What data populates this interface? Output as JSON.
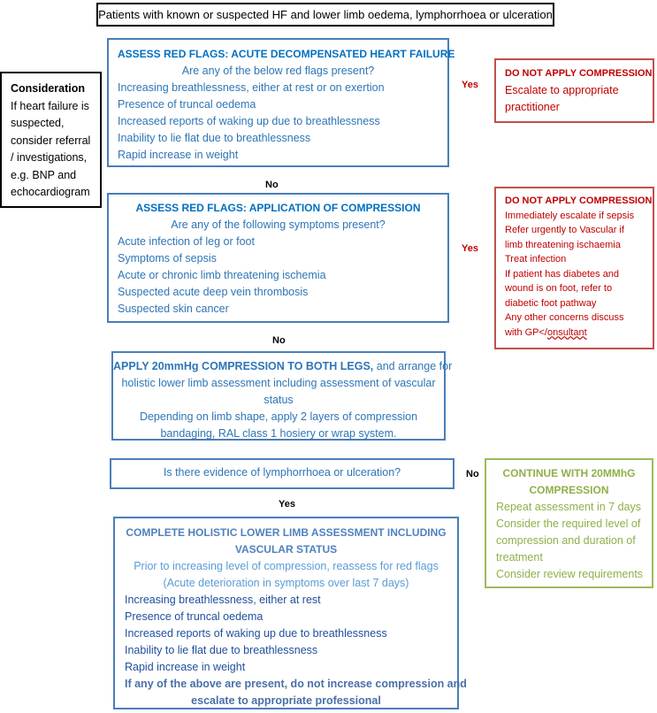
{
  "top": {
    "title": "Patients with known or suspected HF and lower limb oedema, lymphorrhoea or ulceration"
  },
  "consideration": {
    "heading": "Consideration",
    "lines": [
      "If heart failure is",
      "suspected,",
      "consider referral",
      "/ investigations,",
      "e.g. BNP and",
      "echocardiogram"
    ]
  },
  "box1": {
    "title": "ASSESS RED FLAGS: ACUTE DECOMPENSATED HEART FAILURE",
    "question": "Are any of the below red flags present?",
    "items": [
      "Increasing breathlessness, either at rest or on exertion",
      "Presence of truncal oedema",
      "Increased reports of waking up due to breathlessness",
      "Inability to lie flat due to breathlessness",
      "Rapid increase in weight"
    ]
  },
  "yes1": "Yes",
  "red1": {
    "title": "DO NOT APPLY COMPRESSION",
    "lines": [
      "Escalate to appropriate",
      "practitioner"
    ]
  },
  "no1": "No",
  "box2": {
    "title": "ASSESS RED FLAGS: APPLICATION OF COMPRESSION",
    "question": "Are any of the following symptoms present?",
    "items": [
      "Acute infection of leg or foot",
      "Symptoms of sepsis",
      "Acute or chronic limb threatening ischemia",
      "Suspected acute deep vein thrombosis",
      "Suspected skin cancer"
    ]
  },
  "yes2": "Yes",
  "red2": {
    "title": "DO NOT APPLY COMPRESSION",
    "lines": [
      "Immediately escalate if sepsis",
      "Refer urgently to Vascular if",
      "limb threatening ischaemia",
      "Treat infection",
      "If patient has diabetes and",
      "wound is on foot, refer to",
      "diabetic foot pathway",
      "Any other concerns discuss"
    ],
    "last_prefix": "with GP</",
    "last_underlined": "onsultant"
  },
  "no2": "No",
  "box3": {
    "bold": "APPLY 20mmHg COMPRESSION TO BOTH LEGS,",
    "rest": " and arrange for",
    "lines": [
      "holistic lower limb assessment including assessment of vascular",
      "status",
      "Depending on limb shape, apply 2 layers of compression",
      "bandaging, RAL class 1 hosiery or wrap system."
    ]
  },
  "box4": {
    "question": "Is there evidence of lymphorrhoea or ulceration?"
  },
  "no3": "No",
  "green": {
    "title_lines": [
      "CONTINUE WITH 20MMhG",
      "COMPRESSION"
    ],
    "lines": [
      "Repeat assessment in 7 days",
      "Consider the required level of",
      "compression and duration of",
      "treatment",
      "Consider review requirements"
    ]
  },
  "yes3": "Yes",
  "box5": {
    "title_lines": [
      "COMPLETE HOLISTIC LOWER LIMB ASSESSMENT INCLUDING",
      "VASCULAR STATUS"
    ],
    "sub_lines": [
      "Prior to increasing level of compression, reassess for red flags",
      "(Acute deterioration in symptoms over last 7 days)"
    ],
    "items": [
      "Increasing breathlessness, either at rest",
      "Presence of truncal oedema",
      "Increased reports of waking up due to breathlessness",
      "Inability to lie flat due to breathlessness",
      "Rapid increase in weight"
    ],
    "footer_lines": [
      "If any of the above are present, do not increase compression and",
      "escalate to appropriate professional"
    ]
  },
  "colors": {
    "blue_border": "#4a7ebb",
    "blue_text": "#2e75b6",
    "red": "#c00000",
    "green": "#9bbb59",
    "title_blue": "#0070c0"
  }
}
